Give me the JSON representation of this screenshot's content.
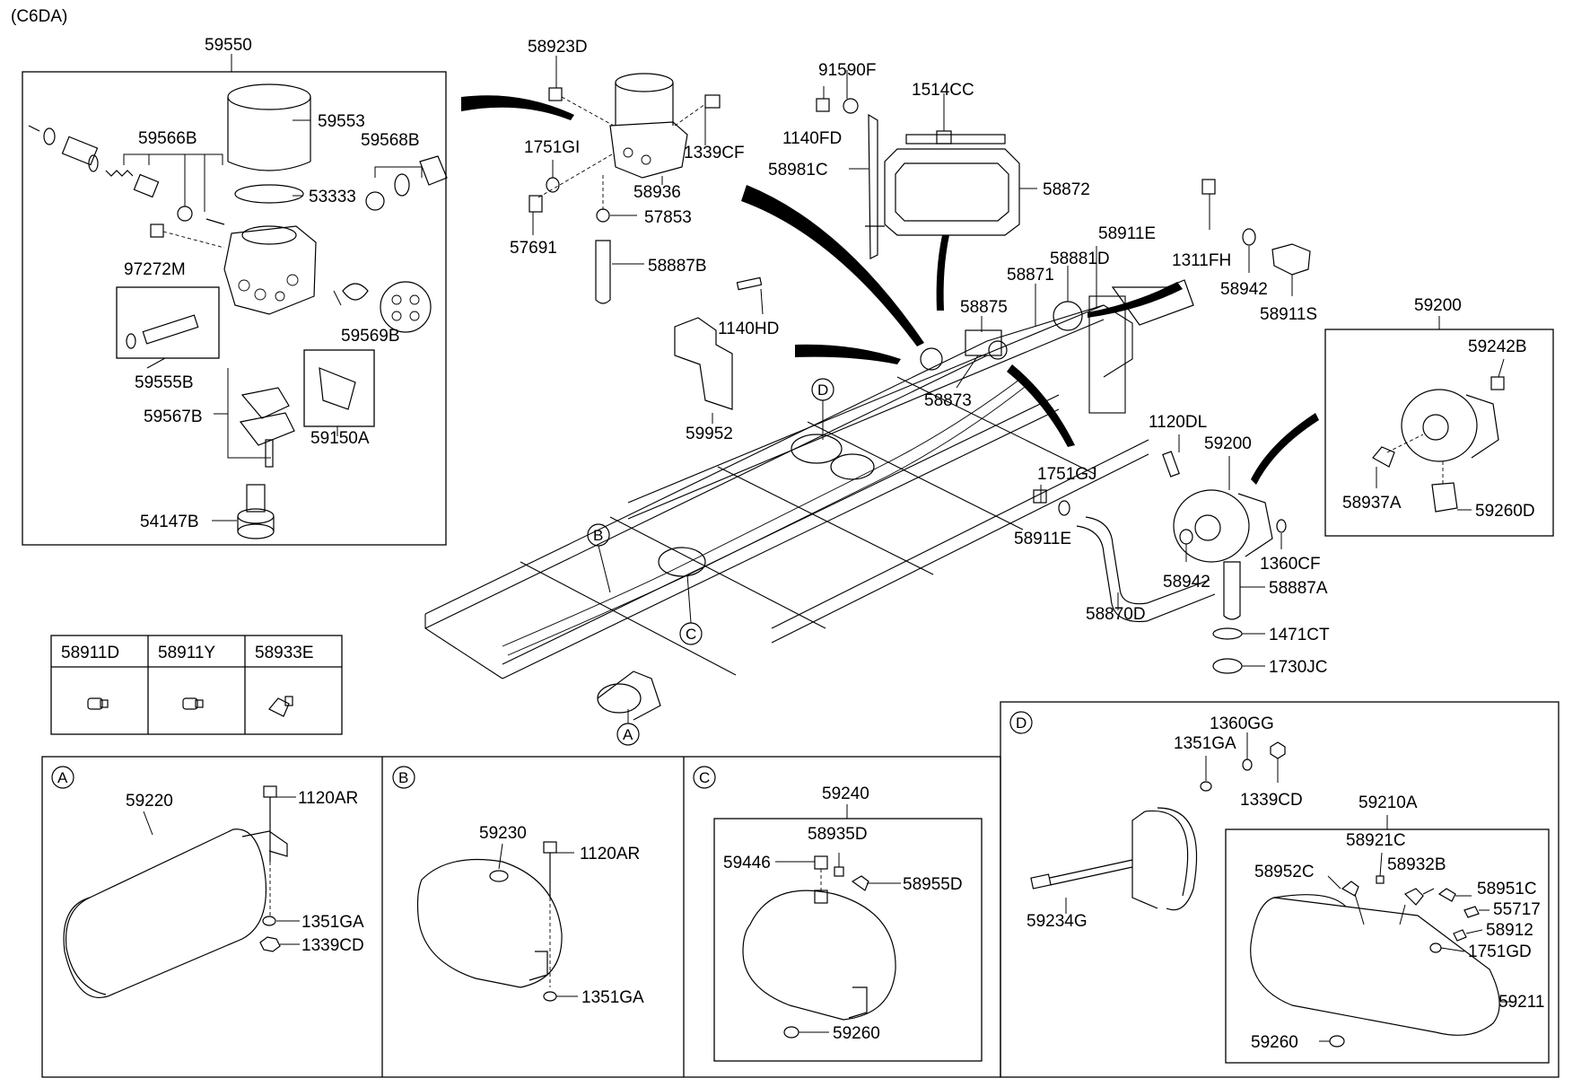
{
  "diagram_code": "(C6DA)",
  "labels": {
    "p59550": "59550",
    "p59553": "59553",
    "p59566B": "59566B",
    "p59568B": "59568B",
    "p53333": "53333",
    "p97272M": "97272M",
    "p59569B": "59569B",
    "p59555B": "59555B",
    "p59567B": "59567B",
    "p59150A": "59150A",
    "p54147B": "54147B",
    "p58923D": "58923D",
    "p1751GI": "1751GI",
    "p1339CF": "1339CF",
    "p58936": "58936",
    "p57853": "57853",
    "p57691": "57691",
    "p58887B": "58887B",
    "p91590F": "91590F",
    "p1140FD": "1140FD",
    "p58981C": "58981C",
    "p1514CC": "1514CC",
    "p58872": "58872",
    "p1140HD": "1140HD",
    "p59952": "59952",
    "p58911E_top": "58911E",
    "p58881D": "58881D",
    "p58871": "58871",
    "p58875": "58875",
    "p58873": "58873",
    "p1311FH": "1311FH",
    "p58942_top": "58942",
    "p58911S": "58911S",
    "p59200_box": "59200",
    "p59242B": "59242B",
    "p58937A": "58937A",
    "p59260D": "59260D",
    "p1120DL": "1120DL",
    "p59200_mid": "59200",
    "p1751GJ": "1751GJ",
    "p58911E_mid": "58911E",
    "p58942_mid": "58942",
    "p1360CF": "1360CF",
    "p58887A": "58887A",
    "p58870D": "58870D",
    "p1471CT": "1471CT",
    "p1730JC": "1730JC"
  },
  "fittings_table": {
    "headers": [
      "58911D",
      "58911Y",
      "58933E"
    ]
  },
  "callouts": {
    "A": "A",
    "B": "B",
    "C": "C",
    "D": "D"
  },
  "panel_a": {
    "letter": "A",
    "p59220": "59220",
    "p1120AR": "1120AR",
    "p1351GA": "1351GA",
    "p1339CD": "1339CD"
  },
  "panel_b": {
    "letter": "B",
    "p59230": "59230",
    "p1120AR": "1120AR",
    "p1351GA": "1351GA"
  },
  "panel_c": {
    "letter": "C",
    "p59240": "59240",
    "p58935D": "58935D",
    "p59446": "59446",
    "p58955D": "58955D",
    "p59260": "59260"
  },
  "panel_d": {
    "letter": "D",
    "p1360GG": "1360GG",
    "p1351GA": "1351GA",
    "p1339CD": "1339CD",
    "p59234G": "59234G",
    "p59210A": "59210A",
    "p58921C": "58921C",
    "p58952C": "58952C",
    "p58932B": "58932B",
    "p58951C": "58951C",
    "p55717": "55717",
    "p58912": "58912",
    "p1751GD": "1751GD",
    "p59211": "59211",
    "p59260": "59260"
  }
}
